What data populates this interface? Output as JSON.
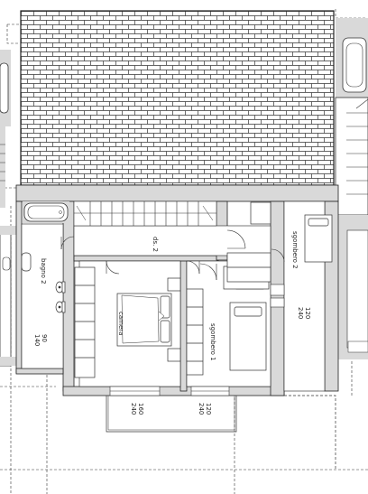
{
  "labels": {
    "ds": "ds. 2",
    "bagno": "bagno 2",
    "camera": "camera",
    "sgombero1": "sgombero 1",
    "sgombero2": "sgombero 2"
  },
  "dimensions": {
    "bagno_w": "90",
    "bagno_h": "140",
    "camera_w": "160",
    "camera_h": "240",
    "sgombero1_w": "120",
    "sgombero1_h": "240",
    "sgombero2_w": "120",
    "sgombero2_h": "240"
  }
}
